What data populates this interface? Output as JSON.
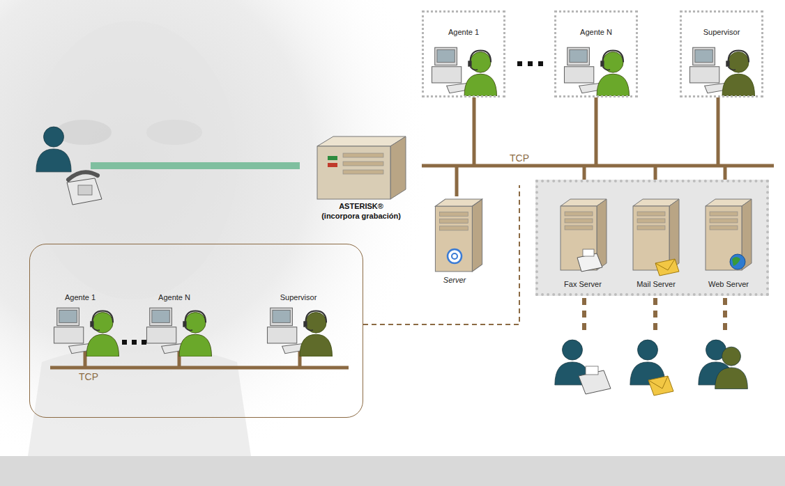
{
  "diagram": {
    "nodes": [
      {
        "text": [
          "Agente 1"
        ]
      },
      {
        "text": [
          "Agente N"
        ]
      },
      {
        "text": [
          "Supervisor"
        ]
      },
      {
        "text": [
          "Agente 1",
          "Agente N",
          "Supervisor",
          "TCP"
        ]
      },
      {
        "text": [
          "Fax Server",
          "Mail Server",
          "Web Server"
        ]
      }
    ],
    "labels": [
      "TCP",
      "ASTERISK®",
      "(incorpora grabación)",
      "Server"
    ]
  }
}
